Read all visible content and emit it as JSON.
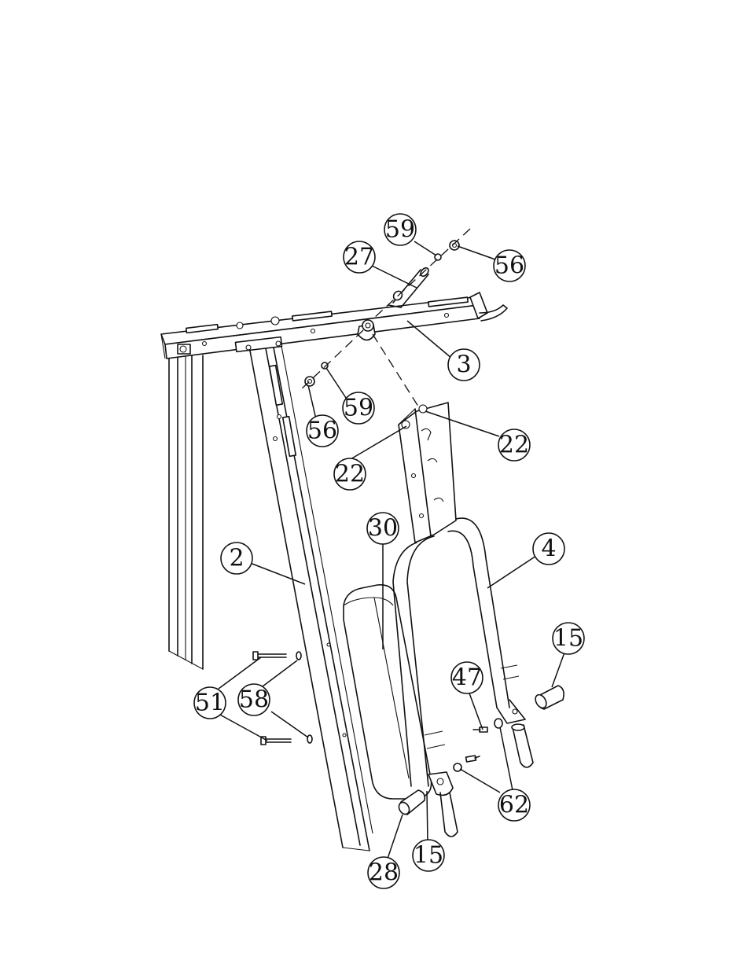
{
  "diagram": {
    "callouts": [
      {
        "id": "c59-top",
        "label": "59"
      },
      {
        "id": "c27",
        "label": "27"
      },
      {
        "id": "c56-top",
        "label": "56"
      },
      {
        "id": "c3",
        "label": "3"
      },
      {
        "id": "c59-mid",
        "label": "59"
      },
      {
        "id": "c56-mid",
        "label": "56"
      },
      {
        "id": "c22-right",
        "label": "22"
      },
      {
        "id": "c22-left",
        "label": "22"
      },
      {
        "id": "c30",
        "label": "30"
      },
      {
        "id": "c2",
        "label": "2"
      },
      {
        "id": "c4",
        "label": "4"
      },
      {
        "id": "c15-right",
        "label": "15"
      },
      {
        "id": "c47",
        "label": "47"
      },
      {
        "id": "c51",
        "label": "51"
      },
      {
        "id": "c58",
        "label": "58"
      },
      {
        "id": "c62",
        "label": "62"
      },
      {
        "id": "c15-bottom",
        "label": "15"
      },
      {
        "id": "c28",
        "label": "28"
      }
    ]
  }
}
